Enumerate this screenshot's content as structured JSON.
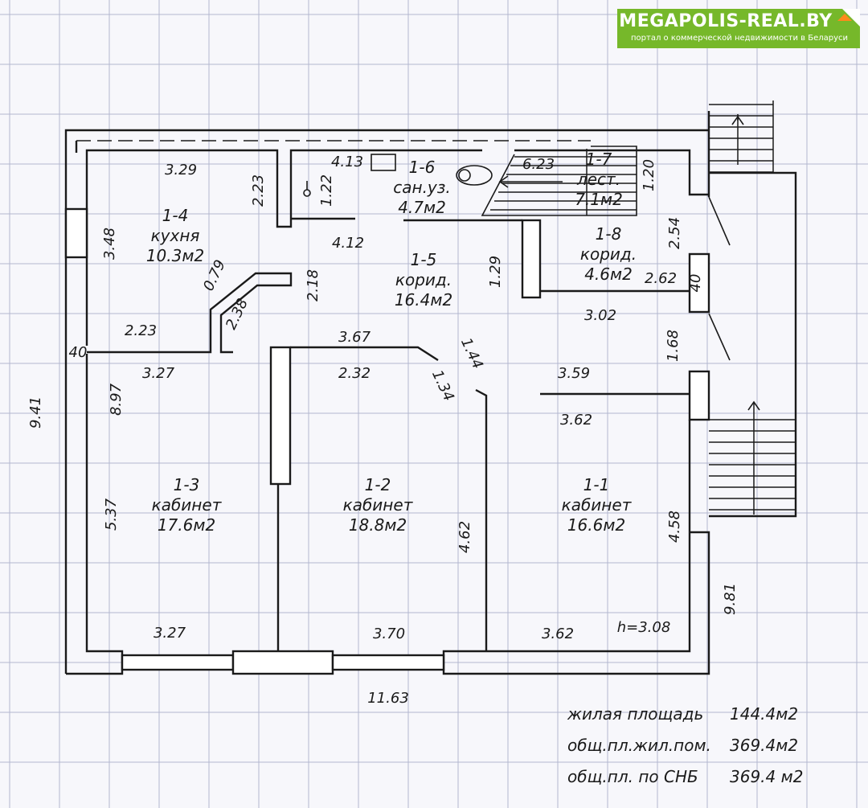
{
  "logo": {
    "title": "MEGAPOLIS-REAL.BY",
    "subtitle": "портал о коммерческой недвижимости в Беларуси",
    "color": "#76b82a"
  },
  "rooms": [
    {
      "id": "1-1",
      "name": "кабинет",
      "area": "16.6м2"
    },
    {
      "id": "1-2",
      "name": "кабинет",
      "area": "18.8м2"
    },
    {
      "id": "1-3",
      "name": "кабинет",
      "area": "17.6м2"
    },
    {
      "id": "1-4",
      "name": "кухня",
      "area": "10.3м2"
    },
    {
      "id": "1-5",
      "name": "корид.",
      "area": "16.4м2"
    },
    {
      "id": "1-6",
      "name": "сан.уз.",
      "area": "4.7м2"
    },
    {
      "id": "1-7",
      "name": "лест.",
      "area": "7.1м2"
    },
    {
      "id": "1-8",
      "name": "корид.",
      "area": "4.6м2"
    }
  ],
  "dimensions": [
    "3.29",
    "2.23",
    "1.22",
    "4.13",
    "6.23",
    "1.20",
    "3.48",
    "4.12",
    "1.29",
    "2.54",
    "0.79",
    "2.18",
    "2.62",
    "40",
    "2.38",
    "3.02",
    "2.23",
    "40",
    "3.67",
    "1.44",
    "1.68",
    "3.27",
    "2.32",
    "1.34",
    "3.59",
    "8.97",
    "3.62",
    "9.41",
    "5.37",
    "4.62",
    "4.58",
    "9.81",
    "3.27",
    "3.70",
    "3.62",
    "11.63"
  ],
  "ceiling_height": "h=3.08",
  "summary": [
    {
      "label": "жилая площадь",
      "value": "144.4м2"
    },
    {
      "label": "общ.пл.жил.пом.",
      "value": "369.4м2"
    },
    {
      "label": "общ.пл. по СНБ",
      "value": "369.4 м2"
    }
  ]
}
